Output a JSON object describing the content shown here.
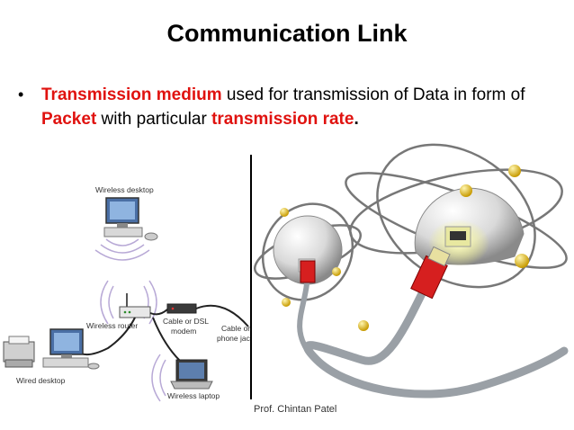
{
  "slide": {
    "title": "Communication Link",
    "bullet": {
      "part1": "Transmission medium",
      "part2": " used for transmission of Data in form of",
      "part3": "Packet",
      "part4": " with particular ",
      "part5": "transmission rate",
      "part6": "."
    },
    "footer": "Prof. Chintan Patel"
  },
  "diagram": {
    "labels": {
      "wireless_desktop": "Wireless desktop",
      "wireless_router": "Wireless router",
      "cable_modem_1": "Cable or DSL",
      "cable_modem_2": "modem",
      "phone_jack_1": "Cable or",
      "phone_jack_2": "phone jack",
      "wired_desktop": "Wired desktop",
      "wireless_laptop": "Wireless laptop"
    }
  },
  "colors": {
    "accent_red": "#e0120f",
    "divider": "#000000"
  }
}
